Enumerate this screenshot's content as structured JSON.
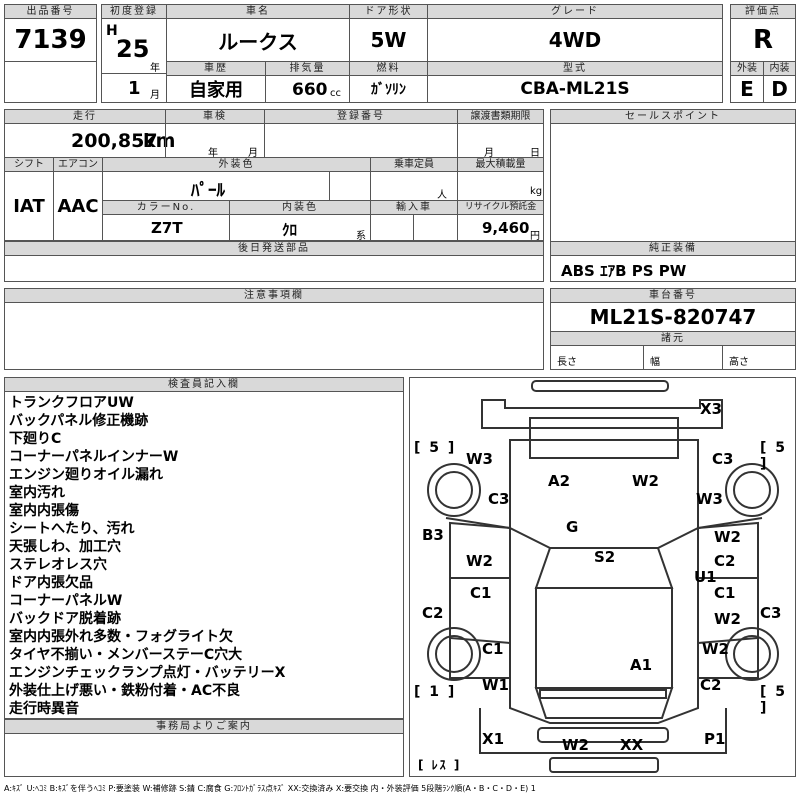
{
  "header": {
    "lot_label": "出品番号",
    "lot_value": "7139",
    "first_reg_label": "初度登録",
    "era": "H",
    "year_value": "25",
    "year_unit": "年",
    "month_value": "1",
    "month_unit": "月",
    "car_name_label": "車名",
    "car_name_value": "ルークス",
    "door_label": "ドア形状",
    "door_value": "5W",
    "grade_label": "グレード",
    "grade_value": "4WD",
    "score_label": "評価点",
    "score_value": "R",
    "history_label": "車歴",
    "history_value": "自家用",
    "displacement_label": "排気量",
    "displacement_value": "660",
    "displacement_unit": "cc",
    "fuel_label": "燃料",
    "fuel_value": "ｶﾞｿﾘﾝ",
    "model_label": "型式",
    "model_value": "CBA-ML21S",
    "ext_label": "外装",
    "ext_value": "E",
    "int_label": "内装",
    "int_value": "D"
  },
  "row2": {
    "mileage_label": "走行",
    "mileage_value": "200,857",
    "mileage_unit": "km",
    "inspection_label": "車検",
    "inspection_year_unit": "年",
    "inspection_month_unit": "月",
    "reg_no_label": "登録番号",
    "transfer_label": "譲渡書類期限",
    "transfer_month_unit": "月",
    "transfer_day_unit": "日",
    "sales_point_label": "セールスポイント",
    "shift_label": "シフト",
    "shift_value": "IAT",
    "aircon_label": "エアコン",
    "aircon_value": "AAC",
    "ext_color_label": "外装色",
    "ext_color_value": "ﾊﾟｰﾙ",
    "capacity_label": "乗車定員",
    "capacity_unit": "人",
    "max_load_label": "最大積載量",
    "max_load_unit": "kg",
    "color_no_label": "カラーNo.",
    "color_no_value": "Z7T",
    "int_color_label": "内装色",
    "int_color_value": "ｸﾛ",
    "int_color_unit": "系",
    "import_label": "輸入車",
    "recycle_label": "リサイクル預託金",
    "recycle_value": "9,460",
    "recycle_unit": "円",
    "later_parts_label": "後日発送部品",
    "factory_equip_label": "純正装備",
    "factory_equip_value": "ABS ｴｱB PS PW",
    "notes_label": "注意事項欄",
    "chassis_label": "車台番号",
    "chassis_value": "ML21S-820747",
    "specs_label": "諸元",
    "length_label": "長さ",
    "width_label": "幅",
    "height_label": "高さ"
  },
  "inspector": {
    "label": "検査員記入欄",
    "lines": [
      "トランクフロアUW",
      "バックパネル修正機跡",
      "下廻りC",
      "コーナーパネルインナーW",
      "エンジン廻りオイル漏れ",
      "室内汚れ",
      "室内内張傷",
      "シートへたり、汚れ",
      "天張しわ、加工穴",
      "ステレオレス穴",
      "ドア内張欠品",
      "コーナーパネルW",
      "バックドア脱着跡",
      "室内内張外れ多数・フォグライト欠",
      "タイヤ不揃い・メンバーステーC穴大",
      "エンジンチェックランプ点灯・バッテリーX",
      "外装仕上げ悪い・鉄粉付着・AC不良",
      "走行時異音"
    ],
    "office_label": "事務局よりご案内"
  },
  "diagram": {
    "labels": [
      "X3",
      "W3",
      "C3",
      "A2",
      "W2",
      "C3",
      "W3",
      "C3",
      "G",
      "B3",
      "W2",
      "S2",
      "W2",
      "C2",
      "U1",
      "C1",
      "C1",
      "C2",
      "W2",
      "C3",
      "C1",
      "A1",
      "W2",
      "W1",
      "C2",
      "W2",
      "XX",
      "X1",
      "P1"
    ],
    "tires_front": "5",
    "tires_rear_left": "5",
    "tires_left_bottom": "1",
    "tires_right_bottom": "5",
    "spare": "ﾚｽ"
  },
  "legend": "A:ｷｽﾞ U:ﾍｺﾐ B:ｷｽﾞを伴うﾍｺﾐ P:要塗装 W:補修跡 S:錆 C:腐食 G:ﾌﾛﾝﾄｶﾞﾗｽ点ｷｽﾞ XX:交換済み X:要交換 内・外装評価 5段階ﾗﾝｸ順(A・B・C・D・E) 1"
}
